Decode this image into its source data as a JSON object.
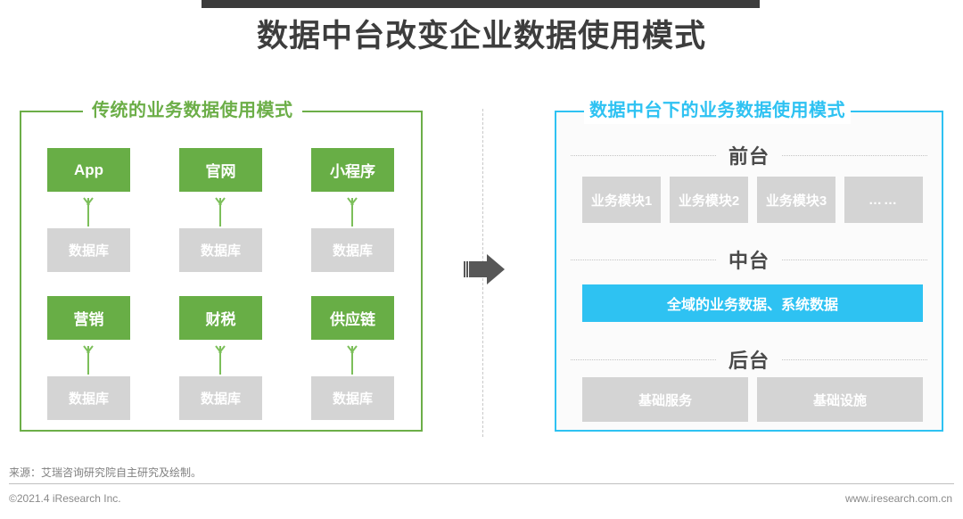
{
  "title": "数据中台改变企业数据使用模式",
  "colors": {
    "green": "#68ae46",
    "green_border": "#6cae48",
    "cyan": "#2ec2f2",
    "gray_box": "#d4d4d4",
    "title_text": "#3d3d3d",
    "topbar": "#3c3c3c"
  },
  "left_panel": {
    "label": "传统的业务数据使用模式",
    "rows": [
      {
        "items": [
          {
            "top": "App",
            "bottom": "数据库"
          },
          {
            "top": "官网",
            "bottom": "数据库"
          },
          {
            "top": "小程序",
            "bottom": "数据库"
          }
        ]
      },
      {
        "items": [
          {
            "top": "营销",
            "bottom": "数据库"
          },
          {
            "top": "财税",
            "bottom": "数据库"
          },
          {
            "top": "供应链",
            "bottom": "数据库"
          }
        ]
      }
    ]
  },
  "middle": {
    "arrow_icon": "right-arrow-icon"
  },
  "right_panel": {
    "label": "数据中台下的业务数据使用模式",
    "sections": [
      {
        "title": "前台",
        "boxes": [
          "业务模块1",
          "业务模块2",
          "业务模块3",
          "……"
        ]
      },
      {
        "title": "中台",
        "boxes": [
          "全域的业务数据、系统数据"
        ]
      },
      {
        "title": "后台",
        "boxes": [
          "基础服务",
          "基础设施"
        ]
      }
    ]
  },
  "footer": {
    "source": "来源：艾瑞咨询研究院自主研究及绘制。",
    "copyright": "©2021.4 iResearch Inc.",
    "website": "www.iresearch.com.cn"
  }
}
